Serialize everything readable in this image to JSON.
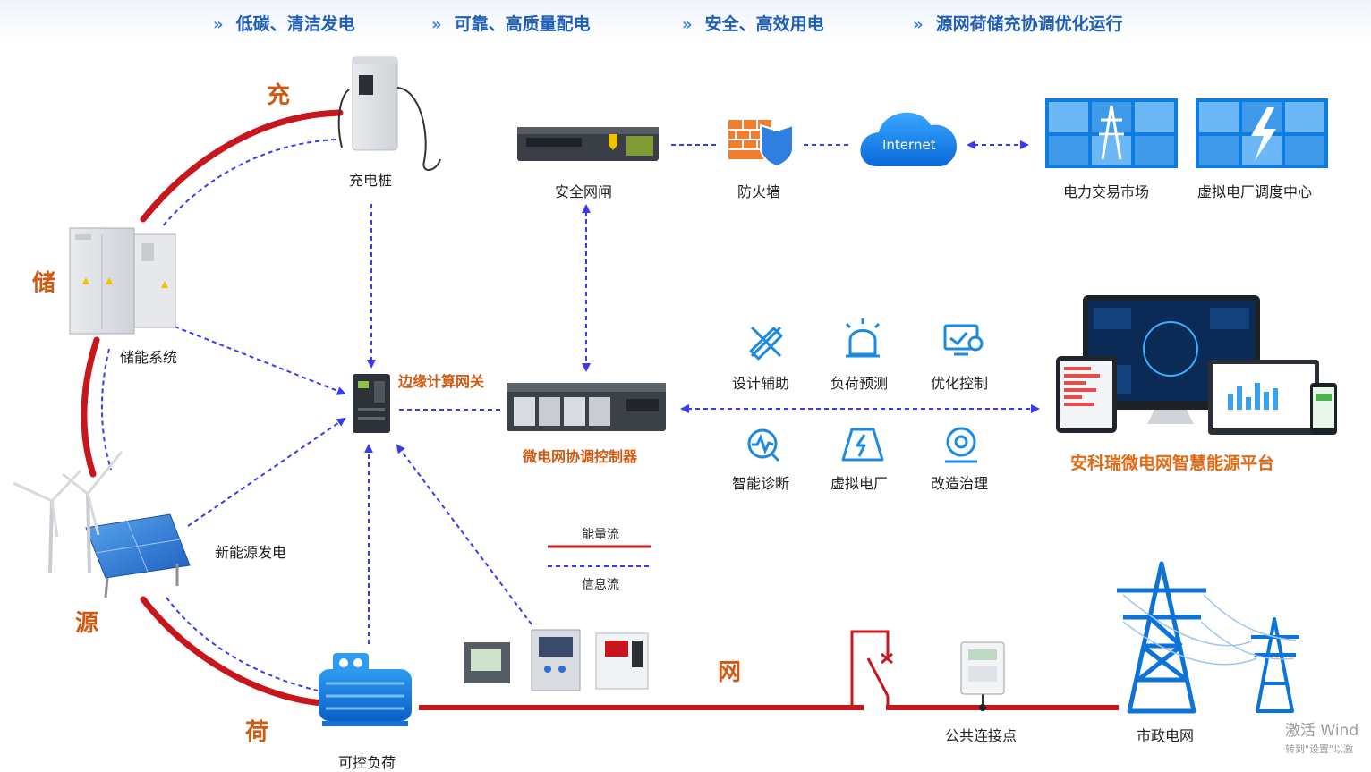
{
  "headline": [
    {
      "text": "低碳、清洁发电"
    },
    {
      "text": "可靠、高质量配电"
    },
    {
      "text": "安全、高效用电"
    },
    {
      "text": "源网荷储充协调优化运行"
    }
  ],
  "chars": {
    "chong": "充",
    "chu": "储",
    "yuan": "源",
    "he": "荷",
    "wang": "网"
  },
  "labels": {
    "charger": "充电桩",
    "storage": "储能系统",
    "renewable": "新能源发电",
    "load": "可控负荷",
    "gateway_security": "安全网闸",
    "firewall": "防火墙",
    "internet": "Internet",
    "market": "电力交易市场",
    "vpp_center": "虚拟电厂调度中心",
    "edge_gateway": "边缘计算网关",
    "controller": "微电网协调控制器",
    "platform": "安科瑞微电网智慧能源平台",
    "pcc": "公共连接点",
    "grid": "市政电网"
  },
  "functions": [
    {
      "label": "设计辅助",
      "icon": "ruler-pencil-icon"
    },
    {
      "label": "负荷预测",
      "icon": "alarm-light-icon"
    },
    {
      "label": "优化控制",
      "icon": "monitor-gear-icon"
    },
    {
      "label": "智能诊断",
      "icon": "diagnosis-wave-icon"
    },
    {
      "label": "虚拟电厂",
      "icon": "virtual-plant-icon"
    },
    {
      "label": "改造治理",
      "icon": "gear-person-icon"
    }
  ],
  "legend": {
    "energy": "能量流",
    "info": "信息流"
  },
  "watermark": {
    "line1": "激活 Wind",
    "line2": "转到\"设置\"以激"
  },
  "colors": {
    "energy": "#c8161d",
    "info": "#3a3af0",
    "accent": "#d05a12",
    "blue": "#1f5fb8"
  }
}
